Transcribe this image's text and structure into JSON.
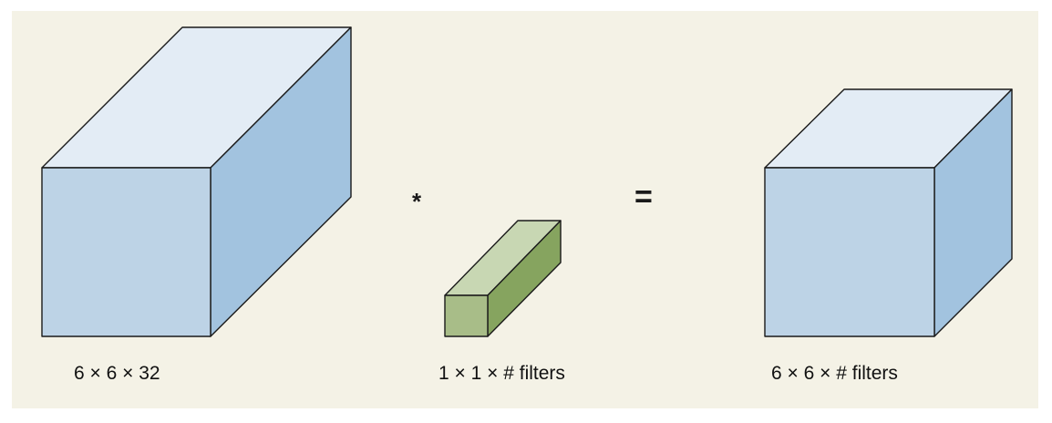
{
  "labels": {
    "input_volume": "6 × 6 × 32",
    "filter_volume": "1 × 1 × # filters",
    "output_volume": "6 × 6 × # filters"
  },
  "operators": {
    "convolve": "*",
    "equals": "="
  },
  "colors": {
    "background": "#f4f2e6",
    "blue_front": "#bdd3e6",
    "blue_top": "#e3ecf5",
    "blue_side": "#a2c3df",
    "green_front": "#a8bd88",
    "green_top": "#c8d7b3",
    "green_side": "#86a45f",
    "outline": "#1a1a1a"
  }
}
